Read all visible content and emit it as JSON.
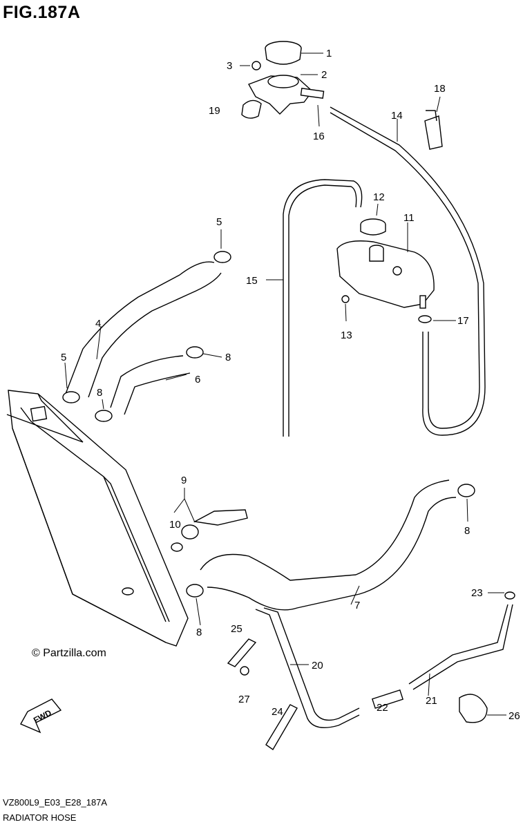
{
  "figure_title": "FIG.187A",
  "figure_code": "VZ800L9_E03_E28_187A",
  "subtitle": "RADIATOR HOSE",
  "copyright": "© Partzilla.com",
  "fwd_label": "FWD",
  "callouts": [
    "1",
    "2",
    "3",
    "4",
    "5",
    "5",
    "6",
    "7",
    "8",
    "8",
    "8",
    "8",
    "9",
    "10",
    "11",
    "12",
    "13",
    "14",
    "15",
    "16",
    "17",
    "18",
    "19",
    "20",
    "21",
    "22",
    "23",
    "24",
    "25",
    "26",
    "27"
  ]
}
